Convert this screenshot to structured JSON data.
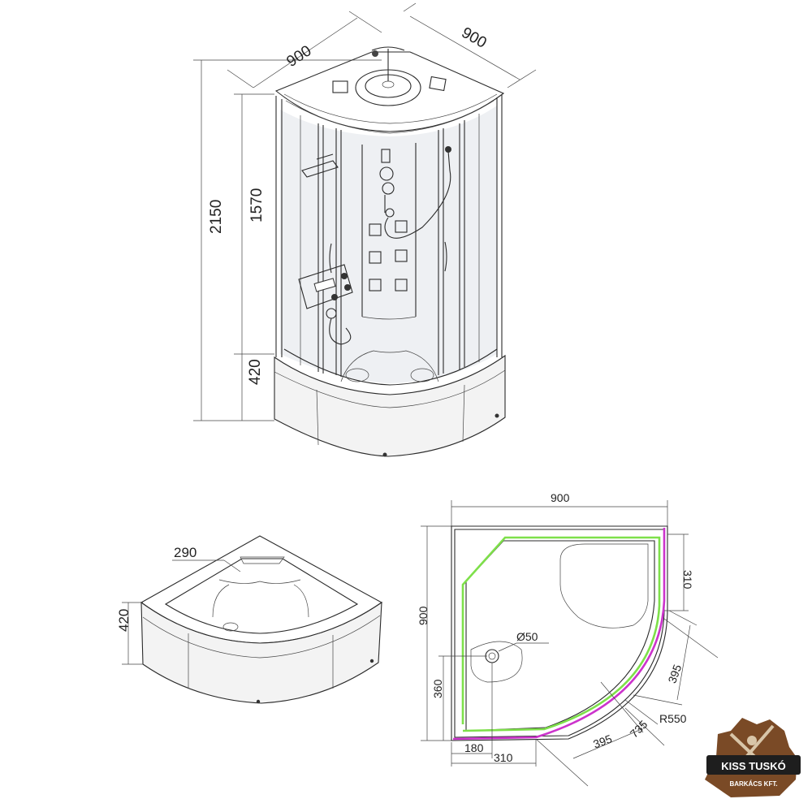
{
  "shower_view": {
    "width_left": "900",
    "width_right": "900",
    "total_height": "2150",
    "cabin_height": "1570",
    "tray_height": "420"
  },
  "tray_view": {
    "seat_depth": "290",
    "tray_height": "420"
  },
  "plan_view": {
    "width": "900",
    "depth": "900",
    "side_panel": "310",
    "drain_diameter": "Ø50",
    "drain_offset_y": "360",
    "drain_offset_x": "180",
    "bottom_panel": "310",
    "arc_segment_1": "395",
    "arc_segment_2": "395",
    "diagonal": "735",
    "radius": "R550"
  },
  "logo": {
    "name": "KISS TUSKÓ",
    "tagline": "BARKÁCS KFT."
  },
  "colors": {
    "line": "#2a2a2a",
    "plan_green": "#7ee04a",
    "plan_magenta": "#cc33cc",
    "logo_brown": "#7a4a26",
    "logo_dark": "#1e1e1e"
  }
}
